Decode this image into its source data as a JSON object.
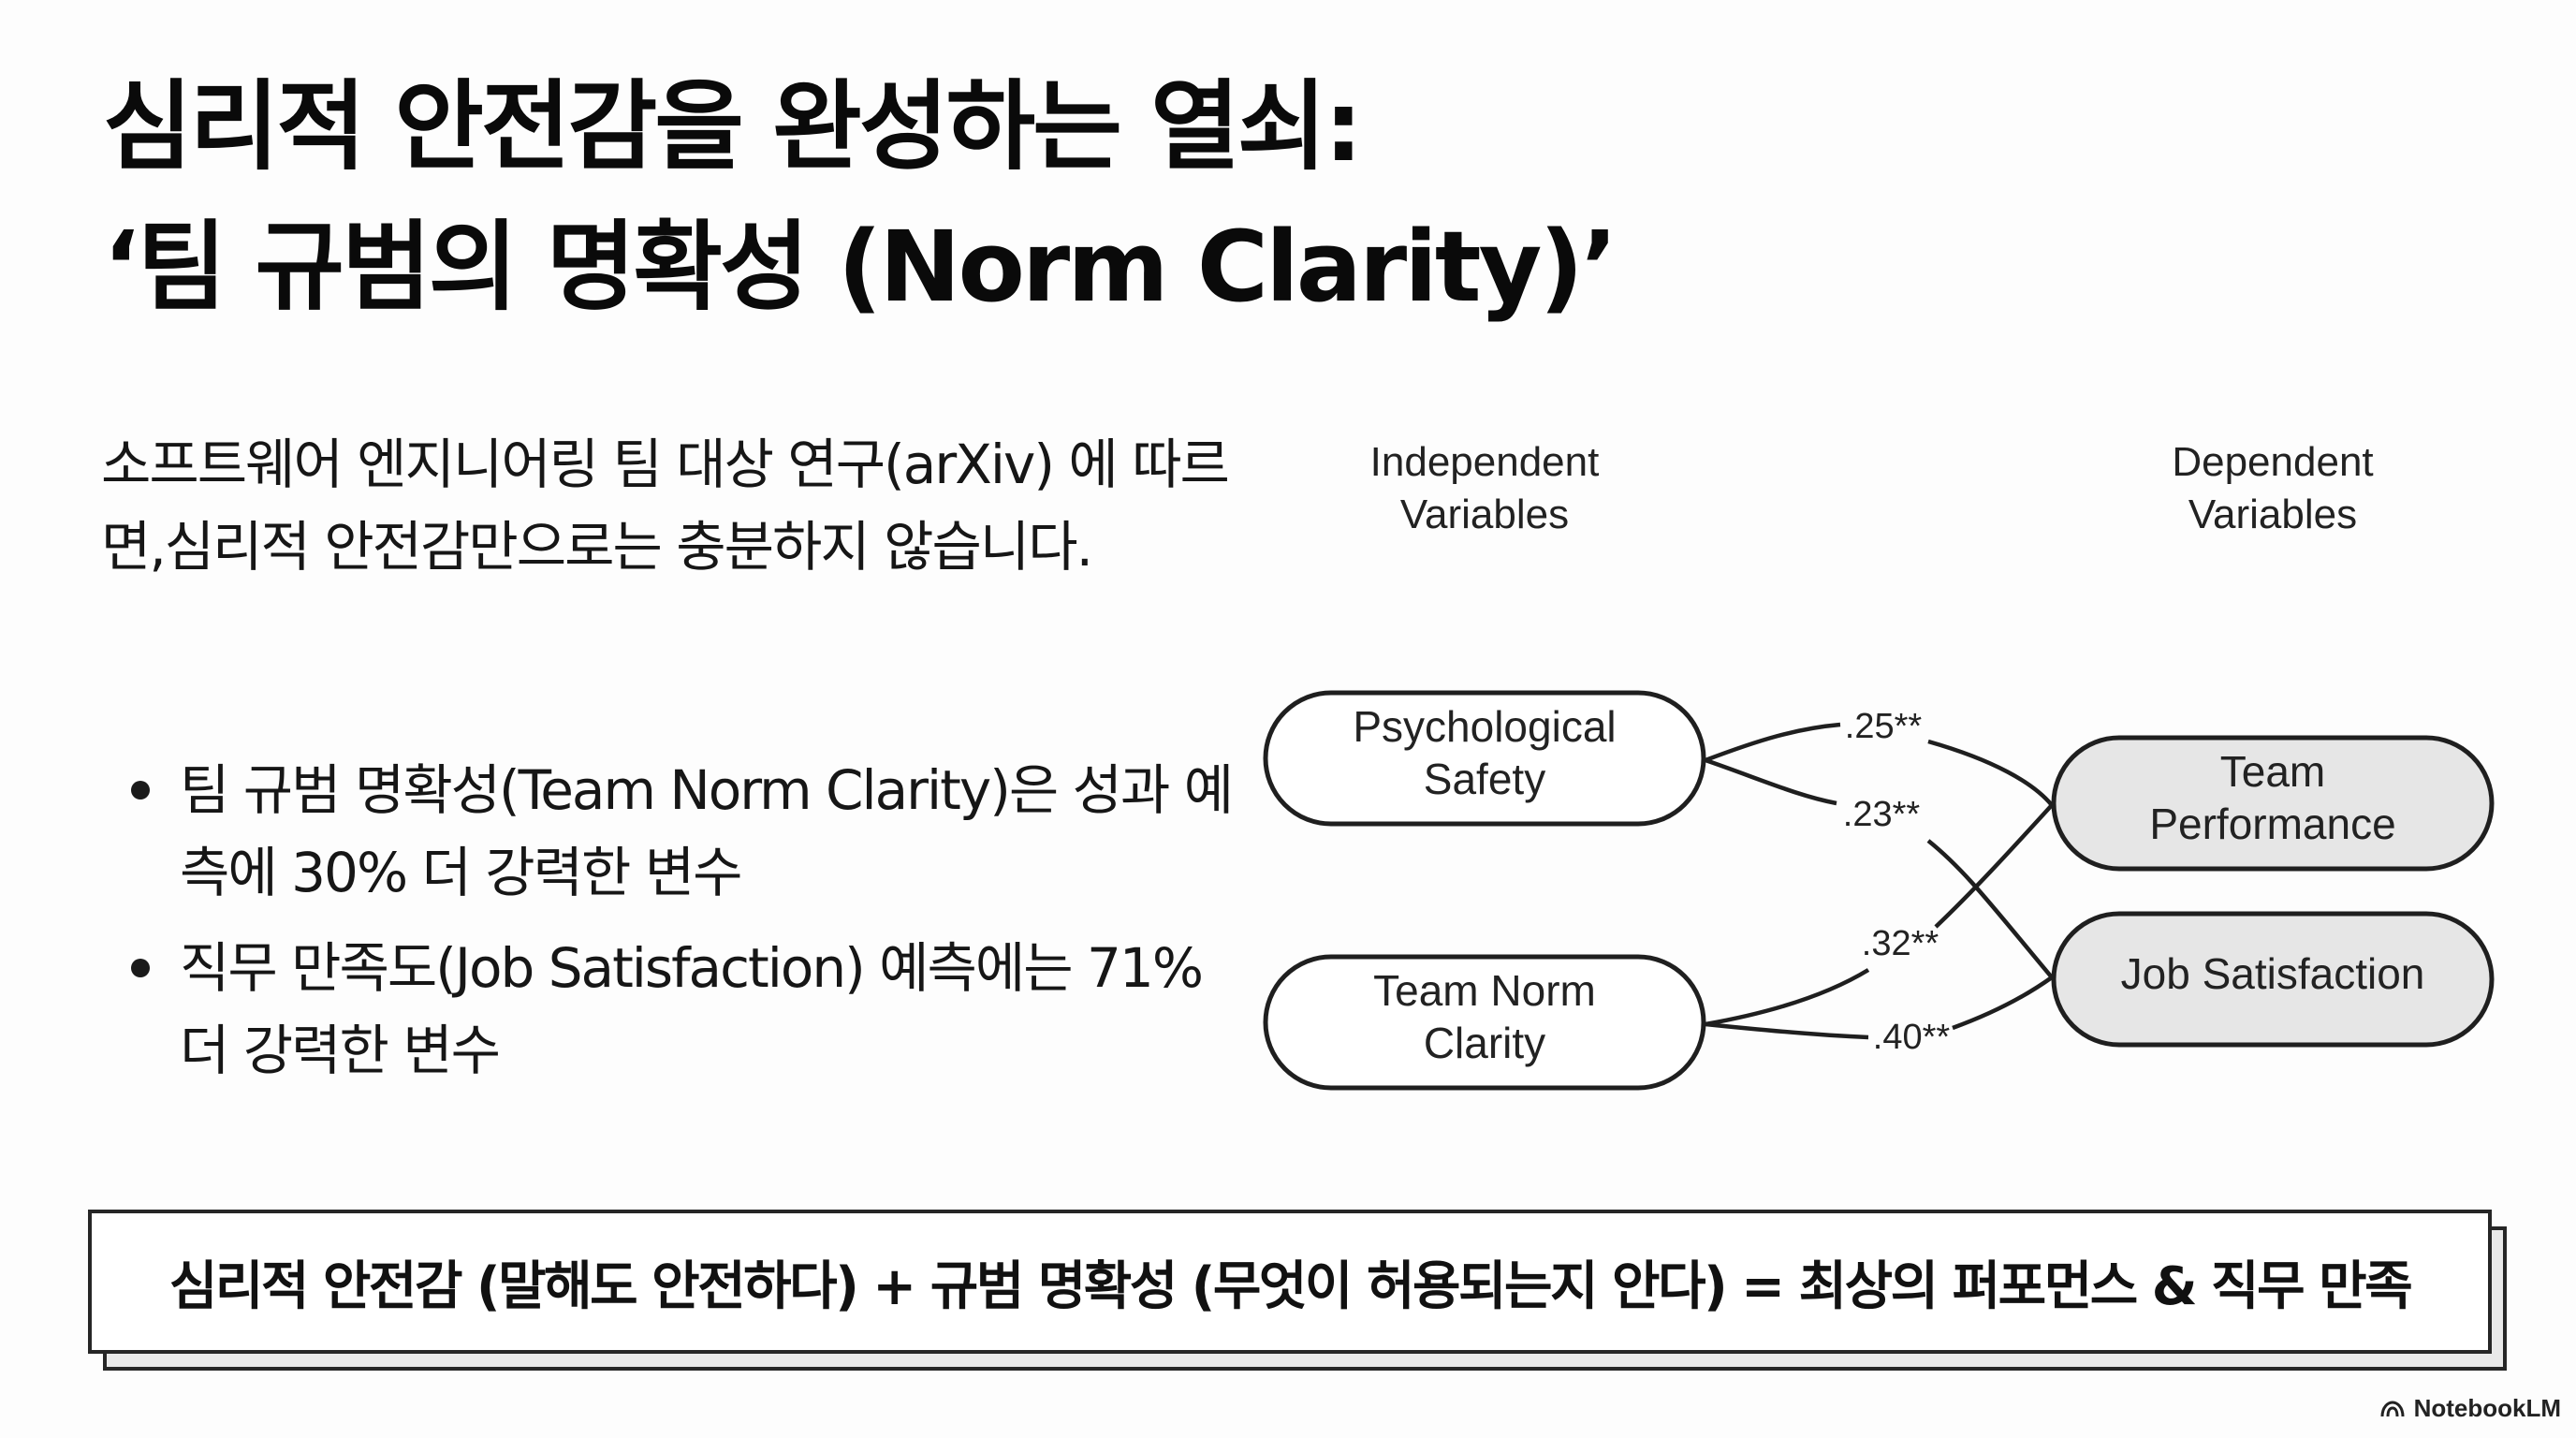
{
  "title": {
    "line1": "심리적 안전감을 완성하는 열쇠:",
    "line2": "‘팀 규범의 명확성 (Norm Clarity)’"
  },
  "intro": "소프트웨어 엔지니어링 팀 대상 연구(arXiv) 에 따르면,심리적 안전감만으로는 충분하지 않습니다.",
  "bullets": [
    "팀 규범 명확성(Team Norm Clarity)은 성과 예측에 30% 더 강력한 변수",
    "직무 만족도(Job Satisfaction) 예측에는 71% 더 강력한 변수"
  ],
  "diagram": {
    "independent_header": [
      "Independent",
      "Variables"
    ],
    "dependent_header": [
      "Dependent",
      "Variables"
    ],
    "nodes": {
      "psychological_safety": [
        "Psychological",
        "Safety"
      ],
      "team_norm_clarity": [
        "Team Norm",
        "Clarity"
      ],
      "team_performance": [
        "Team",
        "Performance"
      ],
      "job_satisfaction": [
        "Job Satisfaction"
      ]
    },
    "paths": [
      {
        "from": "Psychological Safety",
        "to": "Team Performance",
        "coefficient": ".25**"
      },
      {
        "from": "Psychological Safety",
        "to": "Job Satisfaction",
        "coefficient": ".23**"
      },
      {
        "from": "Team Norm Clarity",
        "to": "Team Performance",
        "coefficient": ".32**"
      },
      {
        "from": "Team Norm Clarity",
        "to": "Job Satisfaction",
        "coefficient": ".40**"
      }
    ],
    "colors": {
      "independent_fill": "#ffffff",
      "dependent_fill": "#e6e6e6",
      "stroke": "#1f1f1f"
    }
  },
  "summary": "심리적 안전감 (말해도 안전하다) + 규범 명확성 (무엇이 허용되는지 안다) = 최상의 퍼포먼스 & 직무 만족",
  "brand": {
    "name": "NotebookLM",
    "icon": "notebooklm-logo-icon"
  }
}
